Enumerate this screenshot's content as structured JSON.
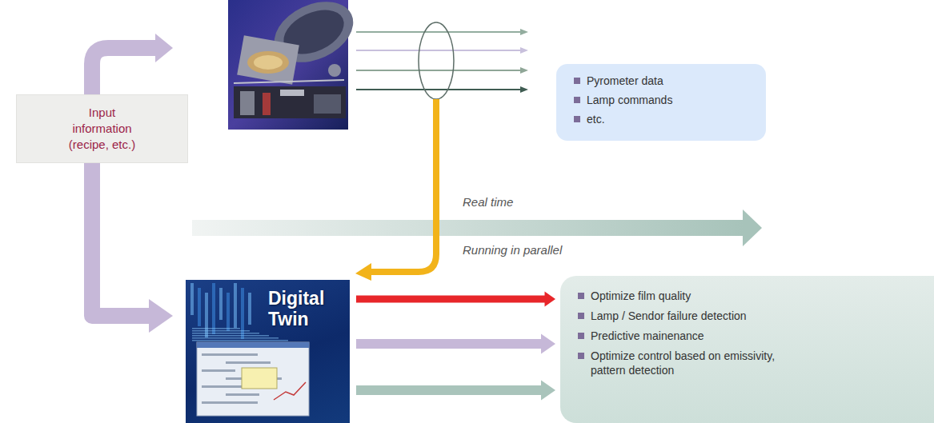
{
  "diagram": {
    "nodes": [
      {
        "text": [
          "Input information (recipe, etc.)"
        ]
      },
      {
        "text": [
          "Pyrometer data",
          "Lamp commands",
          "etc."
        ]
      },
      {
        "text": [
          "Digital Twin"
        ]
      },
      {
        "text": [
          "Optimize film quality",
          "Lamp / Sendor failure detection",
          "Predictive mainenance",
          "Optimize control based on emissivity, pattern detection"
        ]
      }
    ],
    "edges": [
      {
        "from": 0,
        "to": 2,
        "arrow": "to"
      },
      {
        "from": 2,
        "to": 3,
        "arrow": "to"
      },
      {
        "from": 2,
        "to": 3,
        "arrow": "to"
      },
      {
        "from": 2,
        "to": 3,
        "arrow": "to"
      }
    ],
    "labels": [
      "Real time",
      "Running in parallel"
    ]
  }
}
